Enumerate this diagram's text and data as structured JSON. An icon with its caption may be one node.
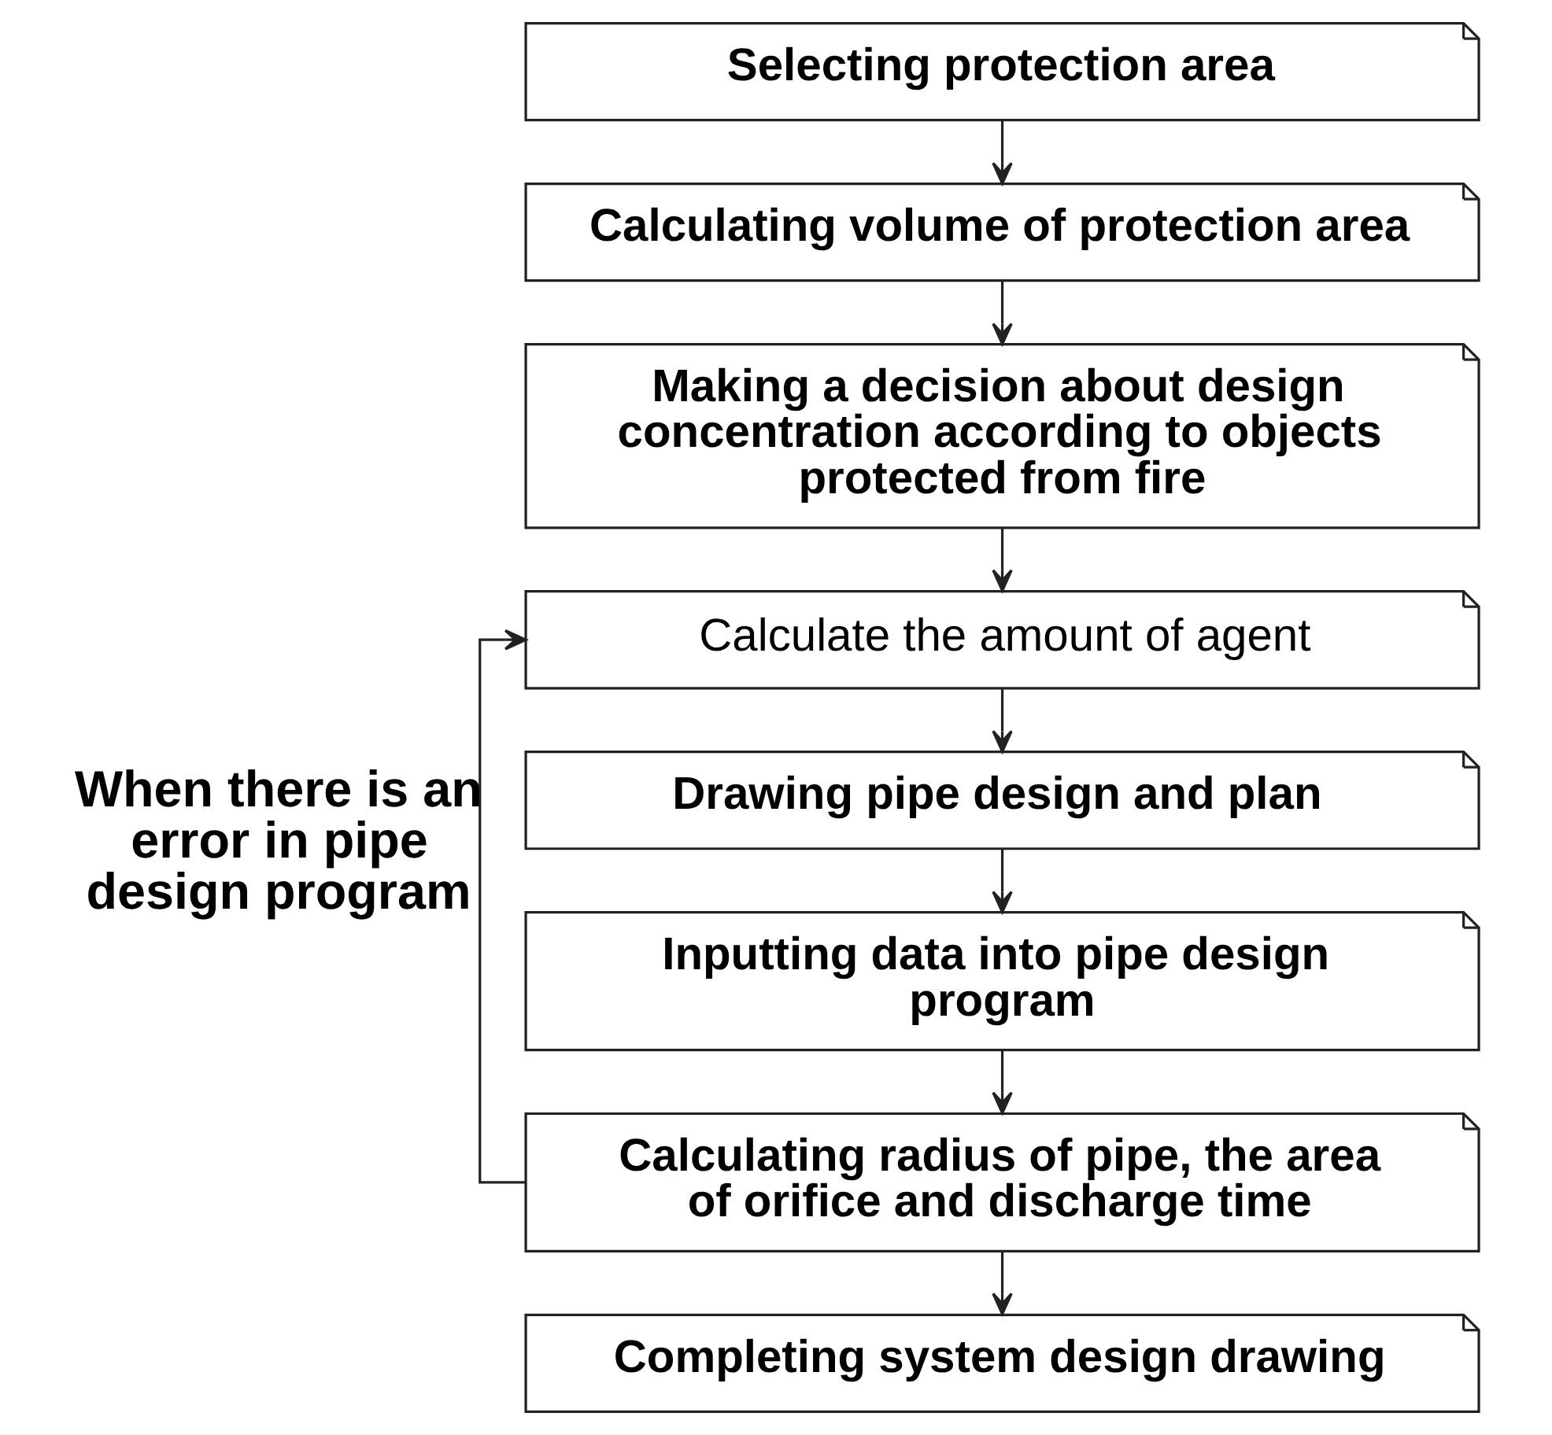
{
  "diagram": {
    "nodes": [
      {
        "text": [
          "Selecting protection area"
        ]
      },
      {
        "text": [
          "Calculating volume of protection area"
        ]
      },
      {
        "text": [
          "Making a decision about design concentration according to objects protected from fire"
        ]
      },
      {
        "text": [
          "Calculate the amount of agent"
        ]
      },
      {
        "text": [
          "Drawing pipe design and plan"
        ]
      },
      {
        "text": [
          "Inputting data into pipe design program"
        ]
      },
      {
        "text": [
          "Calculating radius of pipe, the area of orifice and discharge time"
        ]
      },
      {
        "text": [
          "Completing system design drawing"
        ]
      }
    ],
    "edges": [
      {
        "from": 0,
        "to": 1,
        "arrow": "to"
      },
      {
        "from": 1,
        "to": 2,
        "arrow": "to"
      },
      {
        "from": 2,
        "to": 3,
        "arrow": "to"
      },
      {
        "from": 3,
        "to": 4,
        "arrow": "to"
      },
      {
        "from": 4,
        "to": 5,
        "arrow": "to"
      },
      {
        "from": 5,
        "to": 6,
        "arrow": "to"
      },
      {
        "from": 6,
        "to": 7,
        "arrow": "to"
      },
      {
        "from": 6,
        "to": 3,
        "arrow": "to",
        "label": "When there is an error in pipe design program"
      }
    ]
  }
}
